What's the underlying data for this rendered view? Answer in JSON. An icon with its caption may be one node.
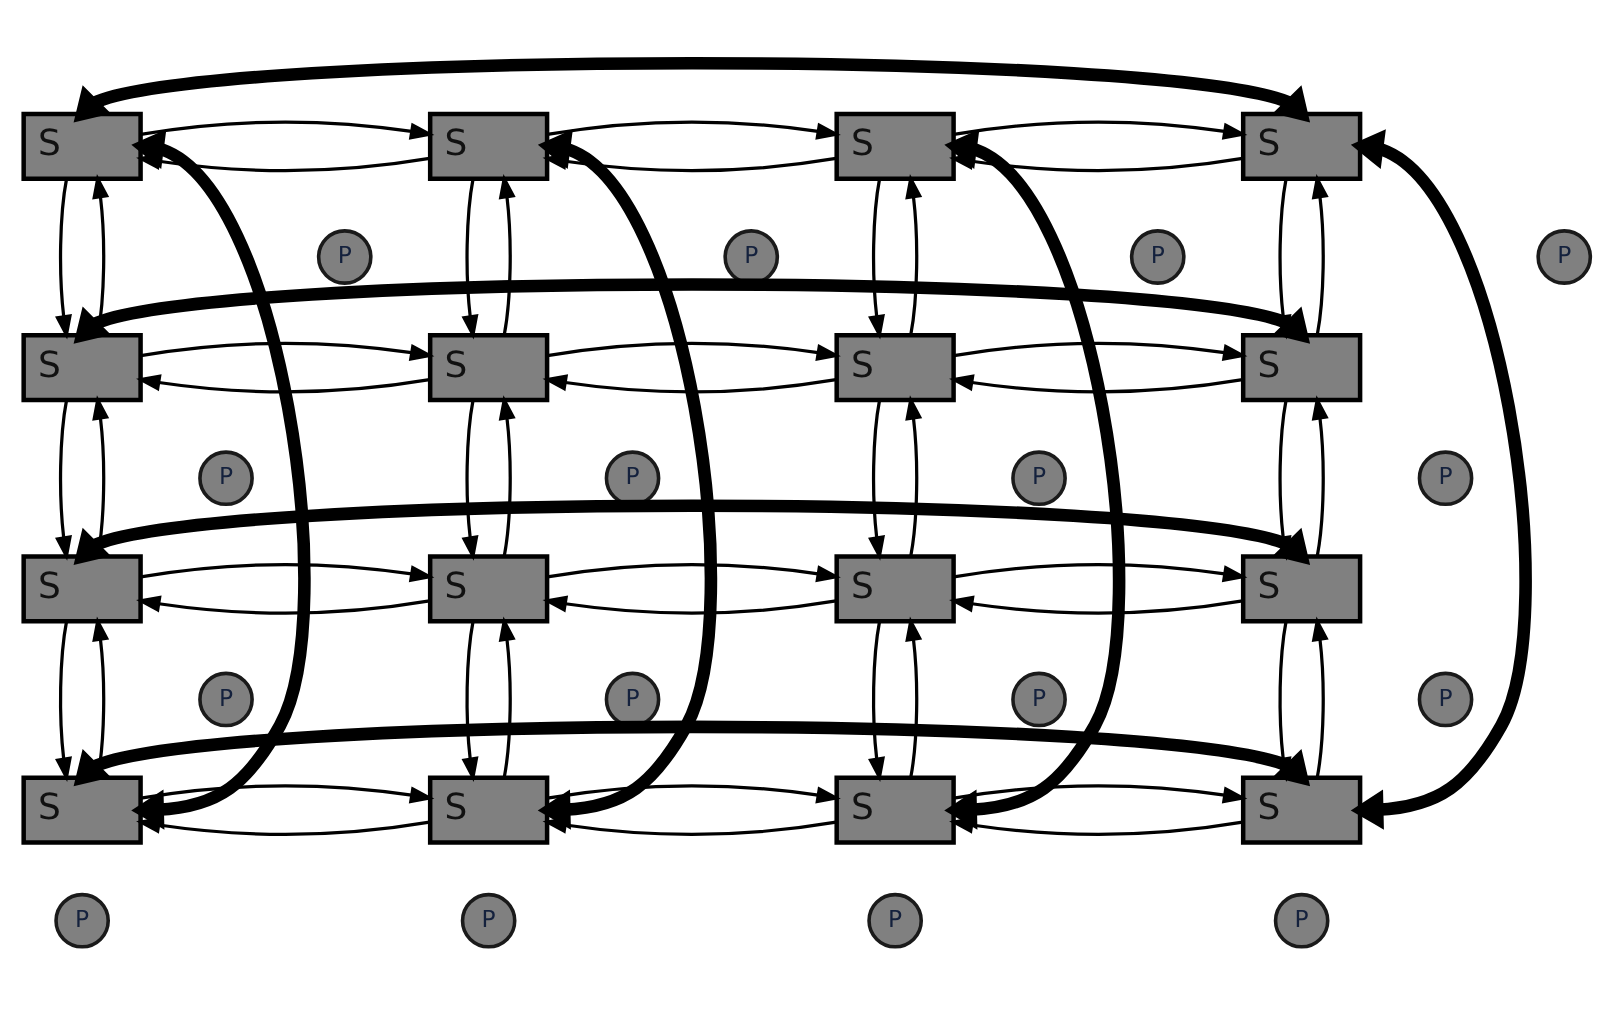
{
  "diagram": {
    "nodes": [
      {
        "text": [
          "S"
        ]
      },
      {
        "text": [
          "S"
        ]
      },
      {
        "text": [
          "S"
        ]
      },
      {
        "text": [
          "S"
        ]
      },
      {
        "text": [
          "P"
        ]
      },
      {
        "text": [
          "P"
        ]
      },
      {
        "text": [
          "P"
        ]
      },
      {
        "text": [
          "P"
        ]
      },
      {
        "text": [
          "S"
        ]
      },
      {
        "text": [
          "S"
        ]
      },
      {
        "text": [
          "S"
        ]
      },
      {
        "text": [
          "S"
        ]
      },
      {
        "text": [
          "P"
        ]
      },
      {
        "text": [
          "P"
        ]
      },
      {
        "text": [
          "P"
        ]
      },
      {
        "text": [
          "P"
        ]
      },
      {
        "text": [
          "S"
        ]
      },
      {
        "text": [
          "S"
        ]
      },
      {
        "text": [
          "S"
        ]
      },
      {
        "text": [
          "S"
        ]
      },
      {
        "text": [
          "P"
        ]
      },
      {
        "text": [
          "P"
        ]
      },
      {
        "text": [
          "P"
        ]
      },
      {
        "text": [
          "P"
        ]
      },
      {
        "text": [
          "S"
        ]
      },
      {
        "text": [
          "S"
        ]
      },
      {
        "text": [
          "S"
        ]
      },
      {
        "text": [
          "S"
        ]
      },
      {
        "text": [
          "P"
        ]
      },
      {
        "text": [
          "P"
        ]
      },
      {
        "text": [
          "P"
        ]
      },
      {
        "text": [
          "P"
        ]
      }
    ],
    "edges": [
      {
        "from": 1,
        "to": 0,
        "arrow": "to"
      },
      {
        "from": 0,
        "to": 1,
        "arrow": "to"
      },
      {
        "from": 2,
        "to": 1,
        "arrow": "to"
      },
      {
        "from": 1,
        "to": 2,
        "arrow": "to"
      },
      {
        "from": 3,
        "to": 2,
        "arrow": "to"
      },
      {
        "from": 2,
        "to": 3,
        "arrow": "to"
      },
      {
        "from": 8,
        "to": 0,
        "arrow": "to"
      },
      {
        "from": 0,
        "to": 8,
        "arrow": "to"
      },
      {
        "from": 9,
        "to": 1,
        "arrow": "to"
      },
      {
        "from": 1,
        "to": 9,
        "arrow": "to"
      },
      {
        "from": 10,
        "to": 2,
        "arrow": "to"
      },
      {
        "from": 2,
        "to": 10,
        "arrow": "to"
      },
      {
        "from": 11,
        "to": 3,
        "arrow": "to"
      },
      {
        "from": 3,
        "to": 11,
        "arrow": "to"
      },
      {
        "from": 9,
        "to": 8,
        "arrow": "to"
      },
      {
        "from": 8,
        "to": 9,
        "arrow": "to"
      },
      {
        "from": 10,
        "to": 9,
        "arrow": "to"
      },
      {
        "from": 9,
        "to": 10,
        "arrow": "to"
      },
      {
        "from": 11,
        "to": 10,
        "arrow": "to"
      },
      {
        "from": 10,
        "to": 11,
        "arrow": "to"
      },
      {
        "from": 16,
        "to": 8,
        "arrow": "to"
      },
      {
        "from": 8,
        "to": 16,
        "arrow": "to"
      },
      {
        "from": 17,
        "to": 9,
        "arrow": "to"
      },
      {
        "from": 9,
        "to": 17,
        "arrow": "to"
      },
      {
        "from": 18,
        "to": 10,
        "arrow": "to"
      },
      {
        "from": 10,
        "to": 18,
        "arrow": "to"
      },
      {
        "from": 19,
        "to": 11,
        "arrow": "to"
      },
      {
        "from": 11,
        "to": 19,
        "arrow": "to"
      },
      {
        "from": 17,
        "to": 16,
        "arrow": "to"
      },
      {
        "from": 16,
        "to": 17,
        "arrow": "to"
      },
      {
        "from": 18,
        "to": 17,
        "arrow": "to"
      },
      {
        "from": 17,
        "to": 18,
        "arrow": "to"
      },
      {
        "from": 19,
        "to": 18,
        "arrow": "to"
      },
      {
        "from": 18,
        "to": 19,
        "arrow": "to"
      },
      {
        "from": 24,
        "to": 16,
        "arrow": "to"
      },
      {
        "from": 16,
        "to": 24,
        "arrow": "to"
      },
      {
        "from": 25,
        "to": 17,
        "arrow": "to"
      },
      {
        "from": 17,
        "to": 25,
        "arrow": "to"
      },
      {
        "from": 26,
        "to": 18,
        "arrow": "to"
      },
      {
        "from": 18,
        "to": 26,
        "arrow": "to"
      },
      {
        "from": 27,
        "to": 19,
        "arrow": "to"
      },
      {
        "from": 19,
        "to": 27,
        "arrow": "to"
      },
      {
        "from": 25,
        "to": 24,
        "arrow": "to"
      },
      {
        "from": 24,
        "to": 25,
        "arrow": "to"
      },
      {
        "from": 26,
        "to": 25,
        "arrow": "to"
      },
      {
        "from": 25,
        "to": 26,
        "arrow": "to"
      },
      {
        "from": 27,
        "to": 26,
        "arrow": "to"
      },
      {
        "from": 26,
        "to": 27,
        "arrow": "to"
      },
      {
        "from": 0,
        "to": 3,
        "arrow": "both",
        "style": "thick"
      },
      {
        "from": 0,
        "to": 24,
        "arrow": "both",
        "style": "thick"
      },
      {
        "from": 1,
        "to": 25,
        "arrow": "both",
        "style": "thick"
      },
      {
        "from": 2,
        "to": 26,
        "arrow": "both",
        "style": "thick"
      },
      {
        "from": 3,
        "to": 27,
        "arrow": "both",
        "style": "thick"
      },
      {
        "from": 8,
        "to": 11,
        "arrow": "both",
        "style": "thick"
      },
      {
        "from": 16,
        "to": 19,
        "arrow": "both",
        "style": "thick"
      },
      {
        "from": 24,
        "to": 27,
        "arrow": "both",
        "style": "thick"
      }
    ]
  }
}
